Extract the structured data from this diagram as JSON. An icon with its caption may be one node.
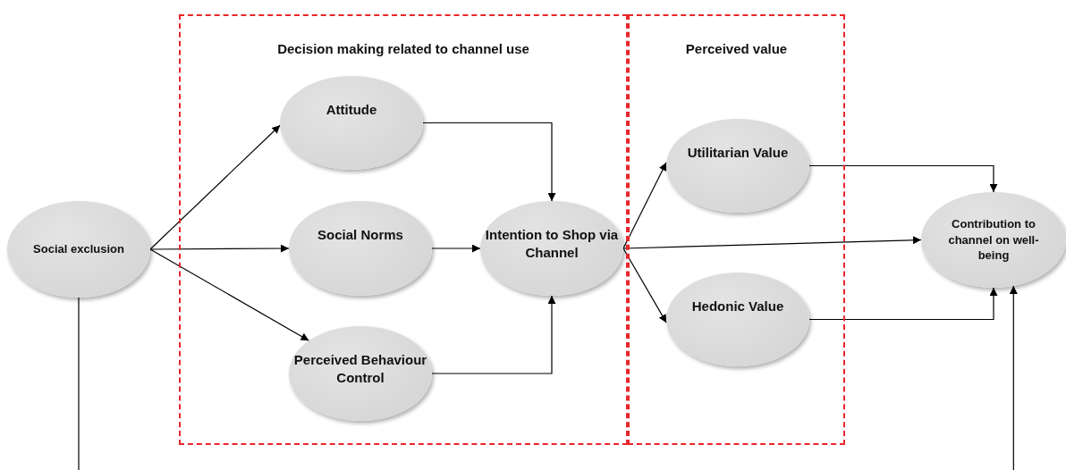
{
  "diagram": {
    "nodes": [
      {
        "text": [
          "Social exclusion"
        ]
      },
      {
        "text": [
          "Decision making related to channel use"
        ]
      },
      {
        "text": [
          "Attitude"
        ],
        "in": 1
      },
      {
        "text": [
          "Social Norms"
        ],
        "in": 1
      },
      {
        "text": [
          "Perceived Behaviour Control"
        ],
        "in": 1
      },
      {
        "text": [
          "Intention to Shop via Channel"
        ],
        "in": 1
      },
      {
        "text": [
          "Perceived value"
        ]
      },
      {
        "text": [
          "Utilitarian Value"
        ],
        "in": 6
      },
      {
        "text": [
          "Hedonic Value"
        ],
        "in": 6
      },
      {
        "text": [
          "Contribution to channel on well-being"
        ]
      }
    ],
    "edges": [
      {
        "from": 0,
        "to": 2,
        "arrow": "to"
      },
      {
        "from": 0,
        "to": 3,
        "arrow": "to"
      },
      {
        "from": 0,
        "to": 4,
        "arrow": "to"
      },
      {
        "from": 2,
        "to": 5,
        "arrow": "to"
      },
      {
        "from": 3,
        "to": 5,
        "arrow": "to"
      },
      {
        "from": 4,
        "to": 5,
        "arrow": "to"
      },
      {
        "from": 5,
        "to": 7,
        "arrow": "to"
      },
      {
        "from": 5,
        "to": 9,
        "arrow": "to"
      },
      {
        "from": 5,
        "to": 8,
        "arrow": "to"
      },
      {
        "from": 7,
        "to": 9,
        "arrow": "to"
      },
      {
        "from": 8,
        "to": 9,
        "arrow": "to"
      },
      {
        "from": 0,
        "to": null,
        "arrow": "none"
      },
      {
        "from": null,
        "to": 9,
        "arrow": "to"
      }
    ]
  }
}
